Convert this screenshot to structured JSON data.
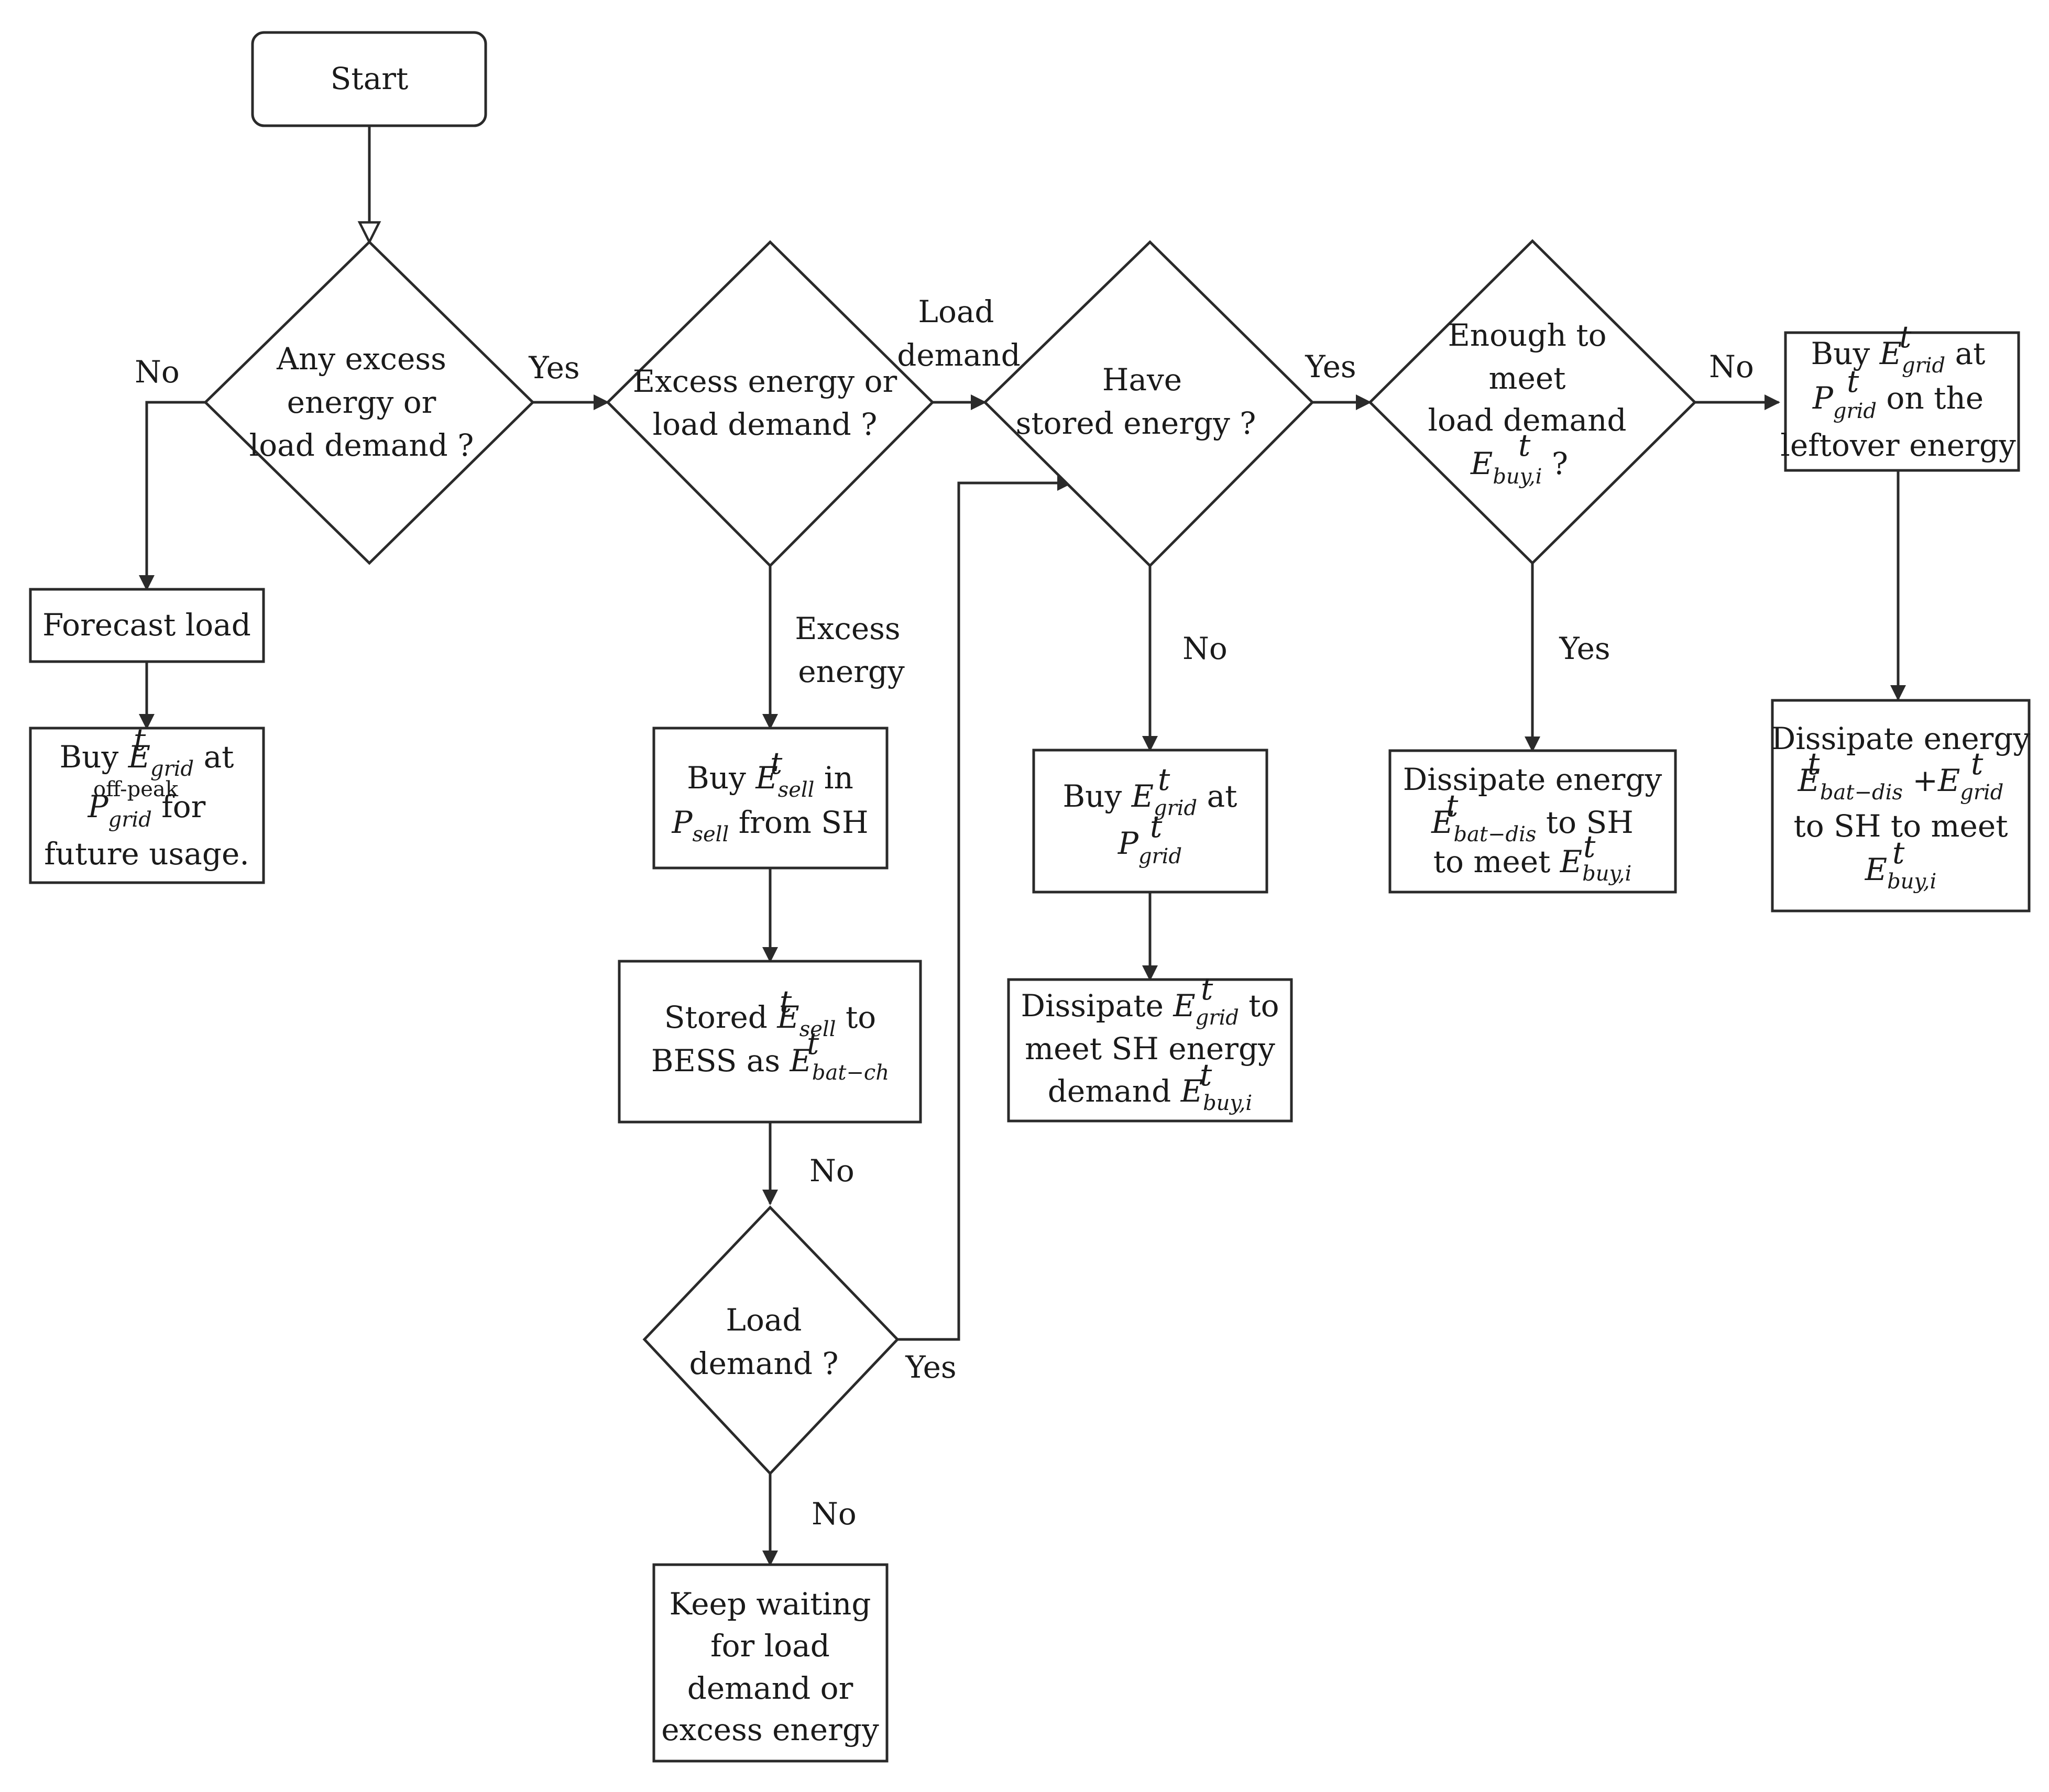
{
  "nodes": {
    "start": {
      "lines": [
        "Start"
      ]
    },
    "d1": {
      "lines": [
        "Any  excess",
        "energy or",
        "load demand ?"
      ]
    },
    "d2": {
      "lines": [
        "Excess energy or",
        "load demand ?"
      ]
    },
    "d3": {
      "lines": [
        "Have",
        "stored energy ?"
      ]
    },
    "d4": {
      "lines": [
        "Enough to",
        "meet",
        "load demand",
        "E_buy,i ?"
      ]
    },
    "forecast": {
      "lines": [
        "Forecast load"
      ]
    },
    "buy_offpeak": {
      "lines": [
        "Buy E_grid at",
        "P_grid^off-peak for",
        "future usage."
      ]
    },
    "buy_sell": {
      "lines": [
        "Buy E_sell in",
        "P_sell from SH"
      ]
    },
    "stored": {
      "lines": [
        "Stored E_sell to",
        "BESS as E_bat−ch"
      ]
    },
    "d5": {
      "lines": [
        "Load",
        "demand ?"
      ]
    },
    "keep_waiting": {
      "lines": [
        "Keep waiting",
        "for load",
        "demand or",
        "excess energy"
      ]
    },
    "buy_grid": {
      "lines": [
        "Buy E_grid at",
        "P_grid"
      ]
    },
    "dissipate_grid": {
      "lines": [
        "Dissipate  E_grid to",
        "meet SH energy",
        "demand E_buy,i"
      ]
    },
    "dissipate_bat": {
      "lines": [
        "Dissipate  energy",
        "E_bat−dis to SH",
        "to meet E_buy,i"
      ]
    },
    "buy_leftover": {
      "lines": [
        "Buy E_grid at",
        "P_grid on the",
        "leftover energy"
      ]
    },
    "dissipate_both": {
      "lines": [
        "Dissipate  energy",
        "E_bat−dis +E_grid",
        "to SH to meet",
        "E_buy,i"
      ]
    }
  },
  "edge_labels": {
    "d1_no": "No",
    "d1_yes": "Yes",
    "d2_load": [
      "Load",
      "demand"
    ],
    "d2_excess": [
      "Excess",
      "energy"
    ],
    "d3_yes": "Yes",
    "d3_no": "No",
    "d4_no": "No",
    "d4_yes": "Yes",
    "stored_no": "No",
    "d5_yes": "Yes",
    "d5_no": "No"
  }
}
